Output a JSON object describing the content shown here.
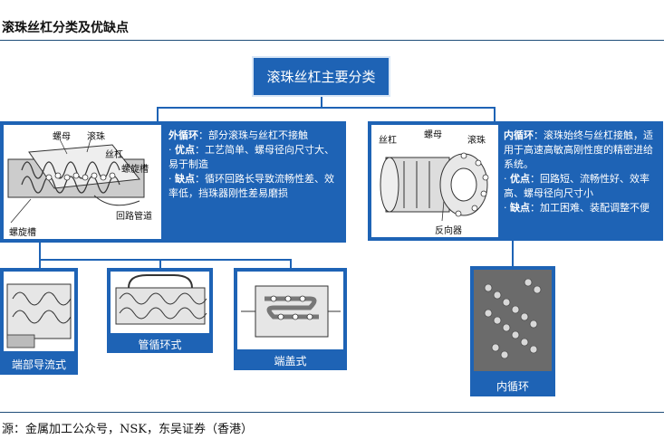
{
  "title": "滚珠丝杠分类及优缺点",
  "main_title": "滚珠丝杠主要分类",
  "source": "源：金属加工公众号，NSK，东吴证券（香港）",
  "external": {
    "name": "外循环",
    "intro": "：部分滚珠与丝杠不接触",
    "adv_label": "优点",
    "adv_text": "：工艺简单、螺母径向尺寸大、易于制造",
    "dis_label": "缺点",
    "dis_text": "：循环回路长导致流畅性差、效率低，挡珠器刚性差易磨损",
    "labels": {
      "nut": "螺母",
      "ball": "滚珠",
      "screw": "丝杠",
      "groove1": "螺旋槽",
      "tube": "回路管道",
      "groove2": "螺旋槽"
    }
  },
  "internal": {
    "name": "内循环",
    "intro": "：滚珠始终与丝杠接触，适用于高速高敏高刚性度的精密进给系统。",
    "adv_label": "优点",
    "adv_text": "：回路短、流畅性好、效率高、螺母径向尺寸小",
    "dis_label": "缺点",
    "dis_text": "：加工困难、装配调整不便",
    "labels": {
      "screw": "丝杠",
      "nut": "螺母",
      "ball": "滚珠",
      "deflector": "反向器"
    }
  },
  "types": {
    "end": "端部导流式",
    "tube": "管循环式",
    "cap": "端盖式",
    "inner": "内循环"
  },
  "bullet": "·"
}
